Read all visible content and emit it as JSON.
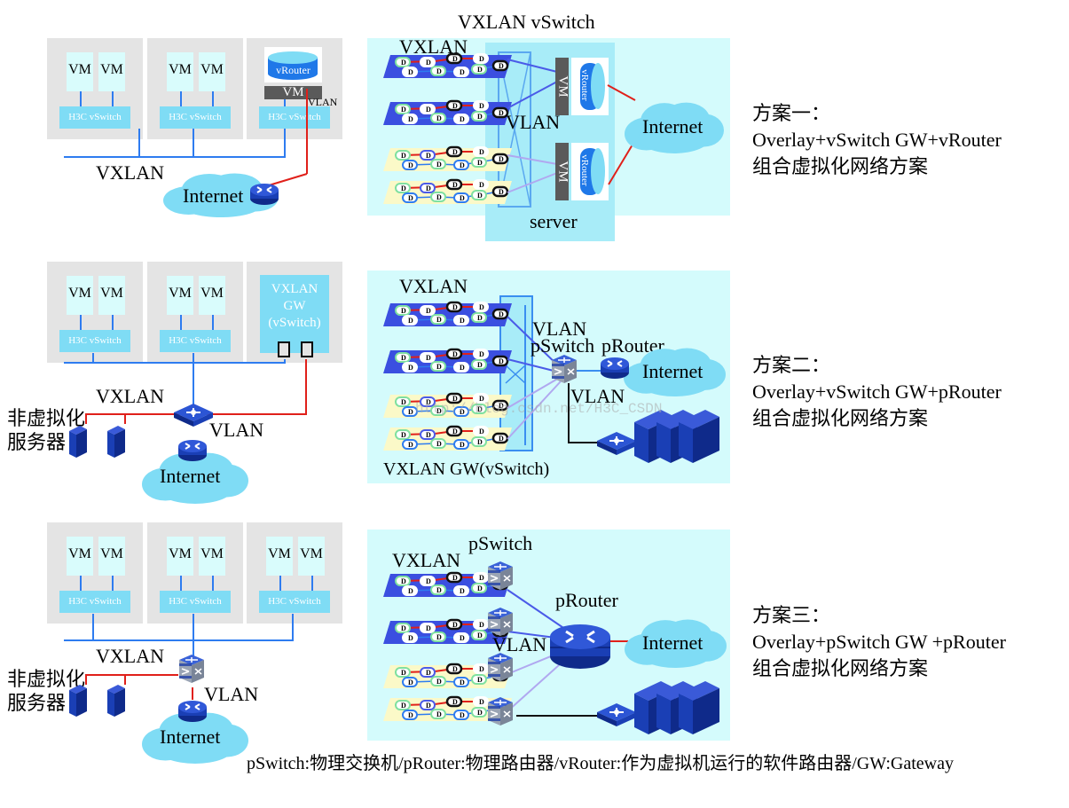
{
  "colors": {
    "host_bg": "#e4e4e4",
    "vm_bg": "#d9fcfc",
    "vswitch_bg": "#7fdcf5",
    "vxlan_link": "#2e7cf0",
    "vlan_link": "#e0201a",
    "panel_bg": "#d4fbfc",
    "server_bg": "#a8ecf8",
    "cloud": "#7fdcf5",
    "device_blue": "#1a3fb5",
    "vxlan_strip": "#3b4fe0",
    "vlan_strip": "#fbf9c8",
    "vm_bar": "#5a5a5a"
  },
  "legend_text": "pSwitch:物理交换机/pRouter:物理路由器/vRouter:作为虚拟机运行的软件路由器/GW:Gateway",
  "watermark": "http://blog.csdn.net/H3C_CSDN",
  "schemes": [
    {
      "id": "scheme-1",
      "title": "方案一：",
      "subtitle": "Overlay+vSwitch GW+vRouter",
      "caption": "组合虚拟化网络方案",
      "left": {
        "hosts": [
          {
            "vms": [
              "VM",
              "VM"
            ],
            "vswitch": "H3C vSwitch"
          },
          {
            "vms": [
              "VM",
              "VM"
            ],
            "vswitch": "H3C vSwitch"
          },
          {
            "vrouter": "vRouter",
            "vm_bar": "VM",
            "vswitch": "H3C vSwitch"
          }
        ],
        "vlan_label": "VLAN",
        "vxlan_label": "VXLAN",
        "internet_label": "Internet"
      },
      "right": {
        "title": "VXLAN vSwitch",
        "vxlan_label": "VXLAN",
        "vlan_label": "VLAN",
        "server_label": "server",
        "vm_labels": [
          "VM",
          "VM"
        ],
        "vrouter_labels": [
          "vRouter",
          "vRouter"
        ],
        "internet_label": "Internet",
        "device_glyph": "D"
      }
    },
    {
      "id": "scheme-2",
      "title": "方案二：",
      "subtitle": "Overlay+vSwitch GW+pRouter",
      "caption": "组合虚拟化网络方案",
      "left": {
        "hosts": [
          {
            "vms": [
              "VM",
              "VM"
            ],
            "vswitch": "H3C vSwitch"
          },
          {
            "vms": [
              "VM",
              "VM"
            ],
            "vswitch": "H3C vSwitch"
          },
          {
            "gateway": [
              "VXLAN",
              "GW",
              "(vSwitch)"
            ]
          }
        ],
        "vxlan_label": "VXLAN",
        "vlan_label": "VLAN",
        "servers_label": [
          "非虚拟化",
          "服务器"
        ],
        "internet_label": "Internet"
      },
      "right": {
        "vxlan_label": "VXLAN",
        "vlan_label_top": "VLAN",
        "pswitch_label": "pSwitch",
        "prouter_label": "pRouter",
        "vlan_label_bottom": "VLAN",
        "internet_label": "Internet",
        "gw_label": "VXLAN GW(vSwitch)",
        "device_glyph": "D"
      }
    },
    {
      "id": "scheme-3",
      "title": "方案三：",
      "subtitle": "Overlay+pSwitch GW +pRouter",
      "caption": "组合虚拟化网络方案",
      "left": {
        "hosts": [
          {
            "vms": [
              "VM",
              "VM"
            ],
            "vswitch": "H3C vSwitch"
          },
          {
            "vms": [
              "VM",
              "VM"
            ],
            "vswitch": "H3C vSwitch"
          },
          {
            "vms": [
              "VM",
              "VM"
            ],
            "vswitch": "H3C vSwitch"
          }
        ],
        "vxlan_label": "VXLAN",
        "vlan_label": "VLAN",
        "servers_label": [
          "非虚拟化",
          "服务器"
        ],
        "internet_label": "Internet"
      },
      "right": {
        "pswitch_label": "pSwitch",
        "vxlan_label": "VXLAN",
        "prouter_label": "pRouter",
        "vlan_label": "VLAN",
        "internet_label": "Internet",
        "device_glyph": "D"
      }
    }
  ]
}
